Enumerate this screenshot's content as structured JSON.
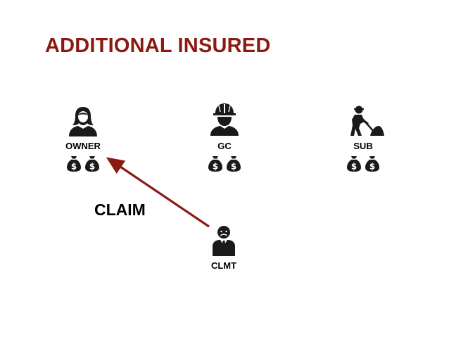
{
  "title": "ADDITIONAL INSURED",
  "colors": {
    "title": "#8b1a12",
    "arrow": "#8b1a12",
    "icon": "#1a1a1a"
  },
  "nodes": {
    "owner": {
      "label": "OWNER",
      "icon": "woman-person-icon",
      "money_bags": 2
    },
    "gc": {
      "label": "GC",
      "icon": "hardhat-worker-icon",
      "money_bags": 2
    },
    "sub": {
      "label": "SUB",
      "icon": "shovel-worker-icon",
      "money_bags": 2
    },
    "clmt": {
      "label": "CLMT",
      "icon": "sad-businessman-icon",
      "money_bags": 0
    }
  },
  "edges": [
    {
      "from": "clmt",
      "to": "owner",
      "label": "CLAIM"
    }
  ]
}
